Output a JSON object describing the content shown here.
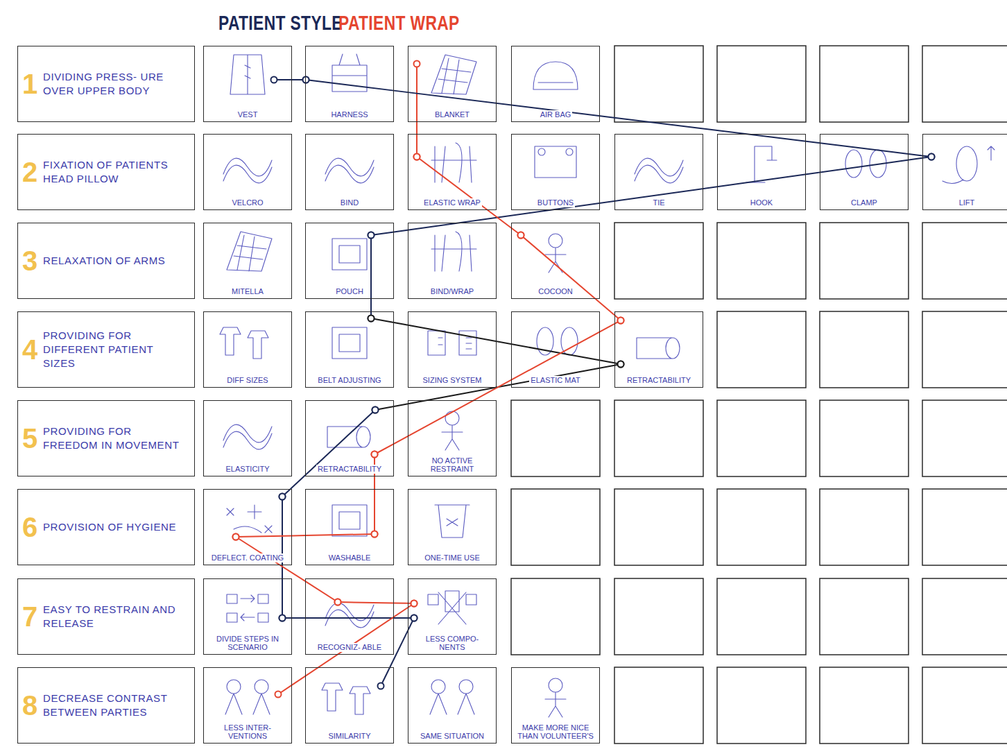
{
  "diagram": {
    "nodes": [
      {
        "text": [
          "1",
          "DIVIDING PRESS- URE OVER UPPER BODY"
        ]
      },
      {
        "text": [
          "VEST"
        ]
      },
      {
        "text": [
          "HARNESS"
        ]
      },
      {
        "text": [
          "BLANKET"
        ]
      },
      {
        "text": [
          "AIR BAG"
        ]
      },
      {
        "text": [
          "2",
          "FIXATION OF PATIENTS HEAD PILLOW"
        ]
      },
      {
        "text": [
          "VELCRO"
        ]
      },
      {
        "text": [
          "BIND"
        ]
      },
      {
        "text": [
          "ELASTIC WRAP"
        ]
      },
      {
        "text": [
          "BUTTONS"
        ]
      },
      {
        "text": [
          "TIE"
        ]
      },
      {
        "text": [
          "HOOK"
        ]
      },
      {
        "text": [
          "CLAMP"
        ]
      },
      {
        "text": [
          "LIFT"
        ]
      },
      {
        "text": [
          "3",
          "RELAXATION OF ARMS"
        ]
      },
      {
        "text": [
          "MITELLA"
        ]
      },
      {
        "text": [
          "POUCH"
        ]
      },
      {
        "text": [
          "BIND/WRAP"
        ]
      },
      {
        "text": [
          "COCOON"
        ]
      },
      {
        "text": [
          "4",
          "PROVIDING FOR DIFFERENT PATIENT SIZES"
        ]
      },
      {
        "text": [
          "DIFF SIZES"
        ]
      },
      {
        "text": [
          "BELT ADJUSTING"
        ]
      },
      {
        "text": [
          "SIZING SYSTEM"
        ]
      },
      {
        "text": [
          "ELASTIC MAT"
        ]
      },
      {
        "text": [
          "RETRACTABILITY"
        ]
      },
      {
        "text": [
          "5",
          "PROVIDING FOR FREEDOM IN MOVEMENT"
        ]
      },
      {
        "text": [
          "ELASTICITY"
        ]
      },
      {
        "text": [
          "RETRACTABILITY"
        ]
      },
      {
        "text": [
          "NO ACTIVE RESTRAINT"
        ]
      },
      {
        "text": [
          "6",
          "PROVISION OF HYGIENE"
        ]
      },
      {
        "text": [
          "DEFLECT. COATING"
        ]
      },
      {
        "text": [
          "WASHABLE"
        ]
      },
      {
        "text": [
          "ONE-TIME USE"
        ]
      },
      {
        "text": [
          "7",
          "EASY TO RESTRAIN AND RELEASE"
        ]
      },
      {
        "text": [
          "DIVIDE STEPS IN SCENARIO"
        ]
      },
      {
        "text": [
          "RECOGNIZ- ABLE"
        ]
      },
      {
        "text": [
          "LESS COMPO- NENTS"
        ]
      },
      {
        "text": [
          "8",
          "DECREASE CONTRAST BETWEEN PARTIES"
        ]
      },
      {
        "text": [
          "LESS INTER- VENTIONS"
        ]
      },
      {
        "text": [
          "SIMILARITY"
        ]
      },
      {
        "text": [
          "SAME SITUATION"
        ]
      },
      {
        "text": [
          "MAKE MORE NICE THAN VOLUNTEER'S"
        ]
      }
    ],
    "edges": [
      {
        "from": 1,
        "to": 2,
        "arrow": "none"
      },
      {
        "from": 2,
        "to": 13,
        "arrow": "none"
      },
      {
        "from": 13,
        "to": 16,
        "arrow": "none"
      },
      {
        "from": 16,
        "to": 21,
        "arrow": "none"
      },
      {
        "from": 21,
        "to": 24,
        "arrow": "none"
      },
      {
        "from": 24,
        "to": 27,
        "arrow": "none"
      },
      {
        "from": 27,
        "to": 30,
        "arrow": "none"
      },
      {
        "from": 30,
        "to": 34,
        "arrow": "none"
      },
      {
        "from": 34,
        "to": 36,
        "arrow": "none"
      },
      {
        "from": 36,
        "to": 39,
        "arrow": "none"
      },
      {
        "from": 3,
        "to": 8,
        "arrow": "none"
      },
      {
        "from": 8,
        "to": 18,
        "arrow": "none"
      },
      {
        "from": 18,
        "to": 24,
        "arrow": "none"
      },
      {
        "from": 24,
        "to": 27,
        "arrow": "none"
      },
      {
        "from": 27,
        "to": 31,
        "arrow": "none"
      },
      {
        "from": 31,
        "to": 30,
        "arrow": "none"
      },
      {
        "from": 30,
        "to": 35,
        "arrow": "none"
      },
      {
        "from": 35,
        "to": 36,
        "arrow": "none"
      },
      {
        "from": 36,
        "to": 38,
        "arrow": "none"
      }
    ],
    "labels": [
      "PATIENT STYLE",
      "PATIENT WRAP"
    ]
  }
}
